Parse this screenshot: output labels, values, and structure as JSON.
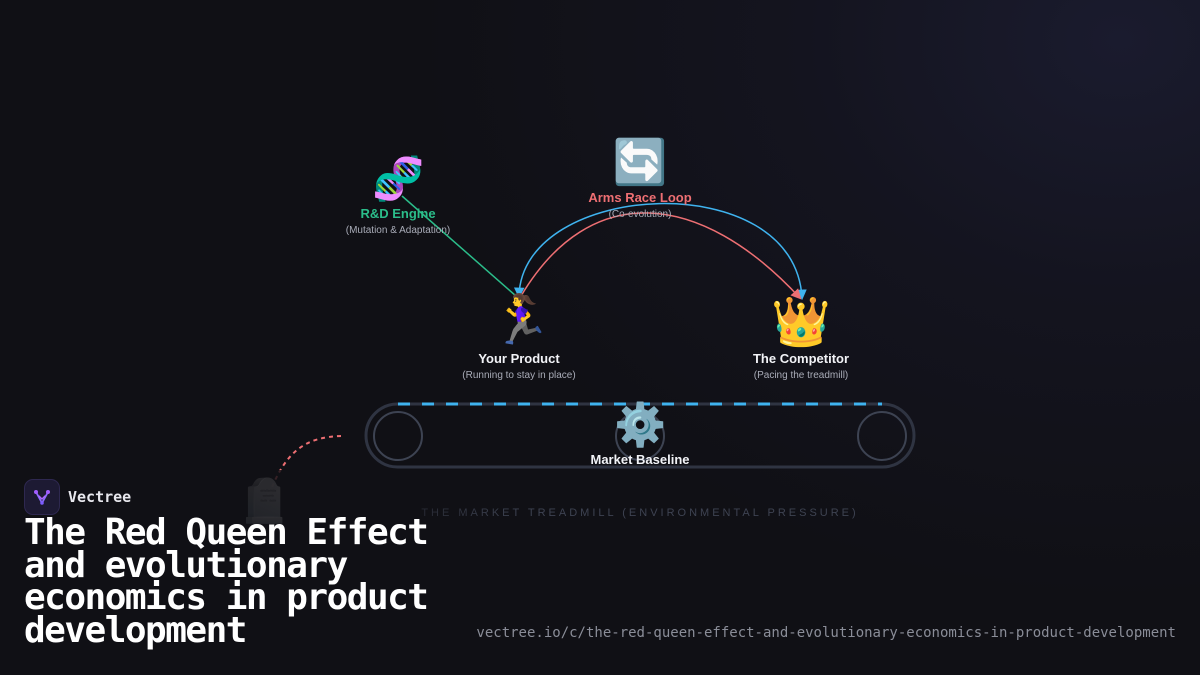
{
  "brand": {
    "name": "Vectree",
    "accent": "#7c5cff"
  },
  "title": "The Red Queen Effect and evolutionary economics in product development",
  "url": "vectree.io/c/the-red-queen-effect-and-evolutionary-economics-in-product-development",
  "diagram": {
    "nodes": {
      "rnd": {
        "icon": "dna-icon",
        "glyph": "🧬",
        "label": "R&D Engine",
        "sublabel": "(Mutation & Adaptation)",
        "color": "#2bbd8a"
      },
      "arms_race": {
        "icon": "cycle-arrows-icon",
        "glyph": "🔄",
        "label": "Arms Race Loop",
        "sublabel": "(Co-evolution)",
        "color": "#ee6f73"
      },
      "your_product": {
        "icon": "runner-icon",
        "glyph": "🏃‍♀️",
        "label": "Your Product",
        "sublabel": "(Running to stay in place)",
        "color": "#f2f3f7"
      },
      "competitor": {
        "icon": "crown-icon",
        "glyph": "👑",
        "label": "The Competitor",
        "sublabel": "(Pacing the treadmill)",
        "color": "#f2f3f7"
      },
      "market_baseline": {
        "icon": "gear-icon",
        "glyph": "⚙️",
        "label": "Market Baseline",
        "color": "#f2f3f7"
      },
      "extinction": {
        "icon": "tombstone-icon",
        "glyph": "🪦"
      }
    },
    "treadmill_caption": "THE MARKET TREADMILL (ENVIRONMENTAL PRESSURE)",
    "colors": {
      "blue_edge": "#3fb3ef",
      "red_edge": "#ee6f73",
      "green_edge": "#2bbd8a",
      "belt": "#3d4352"
    }
  }
}
